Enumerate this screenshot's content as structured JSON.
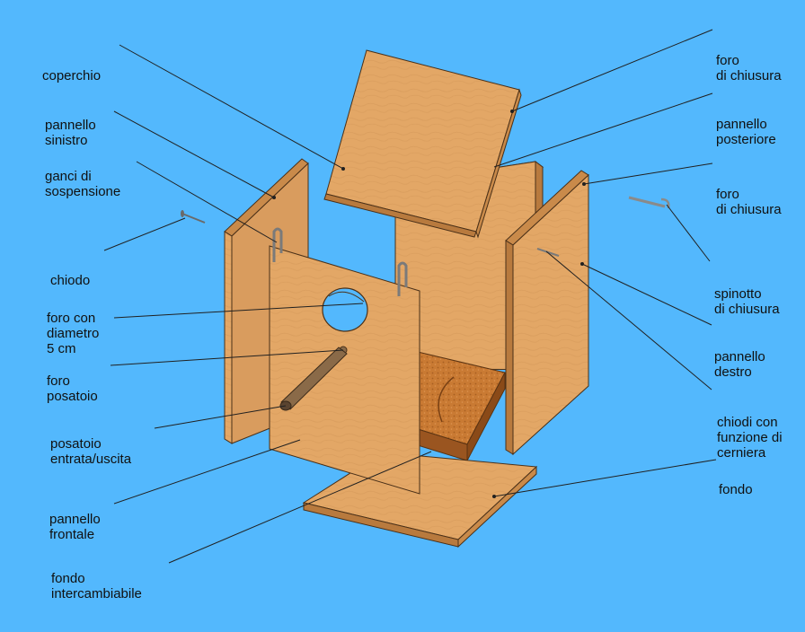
{
  "colors": {
    "background": "#53b8fd",
    "wood": "#e3a766",
    "wood_dark": "#c98a4a",
    "cork": "#c97a33",
    "metal": "#9a9a9a"
  },
  "labels": {
    "coperchio": [
      "coperchio"
    ],
    "pannello_sinistro": [
      "pannello",
      "sinistro"
    ],
    "ganci_sospensione": [
      "ganci di",
      "sospensione"
    ],
    "chiodo": [
      "chiodo"
    ],
    "foro_diametro": [
      "foro con",
      "diametro",
      "5 cm"
    ],
    "foro_posatoio": [
      "foro",
      "posatoio"
    ],
    "posatoio": [
      "posatoio",
      "entrata/uscita"
    ],
    "pannello_frontale": [
      "pannello",
      "frontale"
    ],
    "fondo_intercambiabile": [
      "fondo",
      "intercambiabile"
    ],
    "foro_chiusura_top": [
      "foro",
      "di chiusura"
    ],
    "pannello_posteriore": [
      "pannello",
      "posteriore"
    ],
    "foro_chiusura_mid": [
      "foro",
      "di chiusura"
    ],
    "spinotto": [
      "spinotto",
      "di chiusura"
    ],
    "pannello_destro": [
      "pannello",
      "destro"
    ],
    "chiodi_cerniera": [
      "chiodi con",
      "funzione di",
      "cerniera"
    ],
    "fondo": [
      "fondo"
    ]
  }
}
